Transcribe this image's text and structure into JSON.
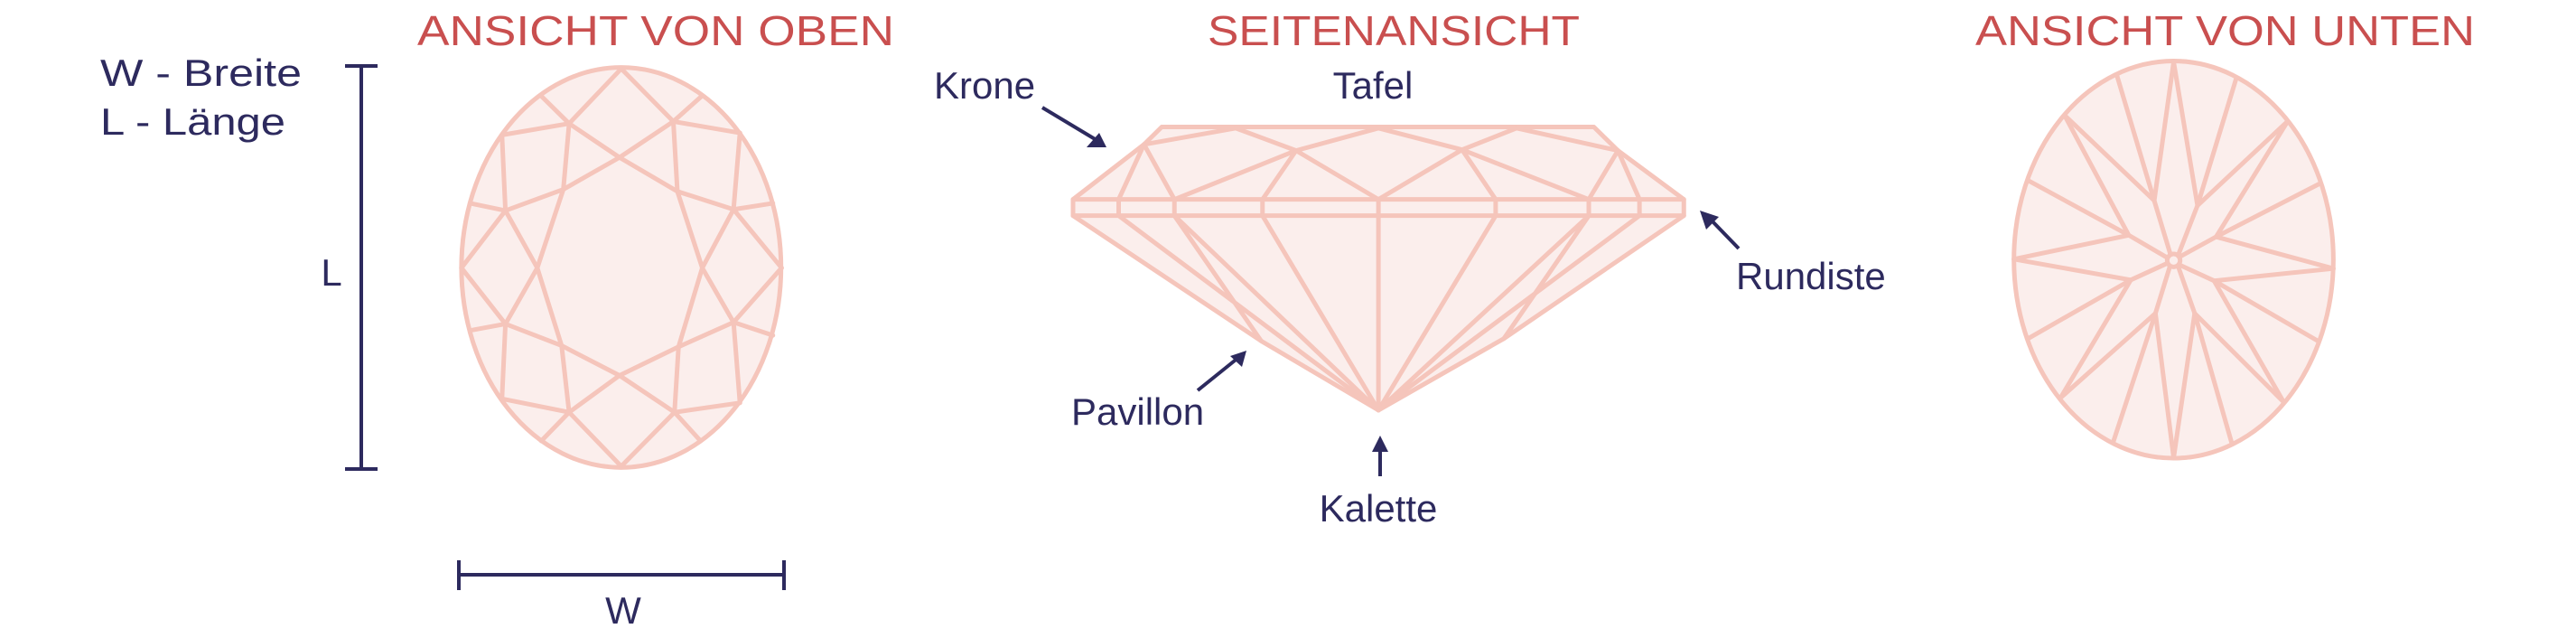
{
  "colors": {
    "title": "#c94f4f",
    "label": "#2d2a5e",
    "gem_stroke": "#f5c5bb",
    "gem_fill": "#fbeeec"
  },
  "top_view": {
    "title": "ANSICHT VON OBEN",
    "legend_w": "W - Breite",
    "legend_l": "L - Länge",
    "length_label": "L",
    "width_label": "W"
  },
  "side_view": {
    "title": "SEITENANSICHT",
    "crown": "Krone",
    "table": "Tafel",
    "girdle": "Rundiste",
    "pavilion": "Pavillon",
    "culet": "Kalette"
  },
  "bottom_view": {
    "title": "ANSICHT VON UNTEN"
  }
}
